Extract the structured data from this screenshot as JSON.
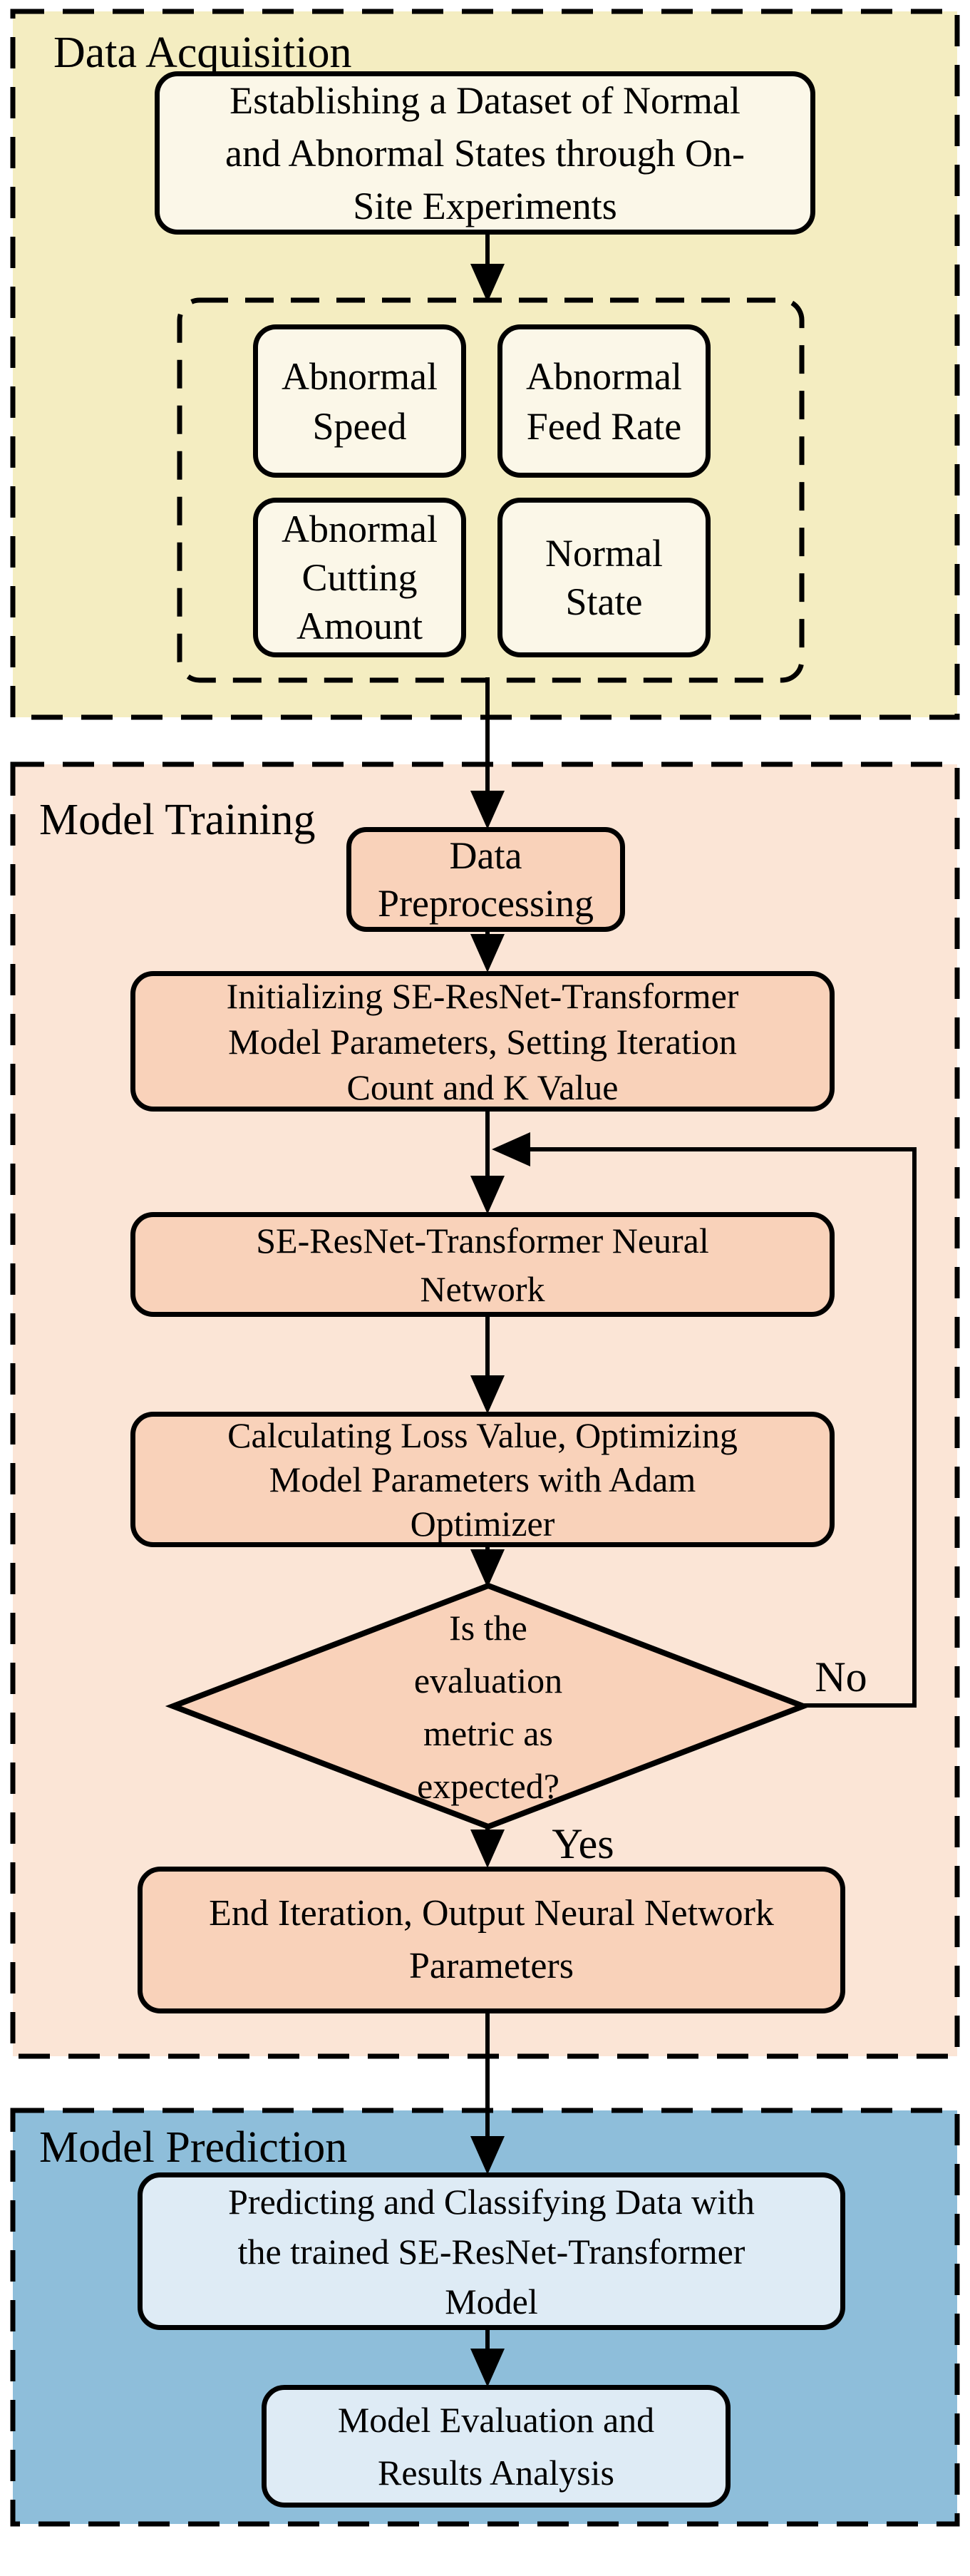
{
  "colors": {
    "page_bg": "#FFFFFF",
    "acquisition_bg": "#F4EDC1",
    "acquisition_box_fill": "#FBF7E8",
    "training_bg": "#FBE5D6",
    "training_box_fill": "#F9D2BA",
    "prediction_bg": "#8EBEDA",
    "prediction_box_fill": "#DEEBF5",
    "line_color": "#000000"
  },
  "acquisition": {
    "title": "Data Acquisition",
    "dataset_box": "Establishing a Dataset of Normal\nand Abnormal States through On-\nSite Experiments",
    "states": [
      "Abnormal\nSpeed",
      "Abnormal\nFeed Rate",
      "Abnormal\nCutting\nAmount",
      "Normal\nState"
    ]
  },
  "training": {
    "title": "Model Training",
    "preprocessing_box": "Data\nPreprocessing",
    "initializing_box": "Initializing SE-ResNet-Transformer\nModel Parameters, Setting Iteration\nCount and K Value",
    "network_box": "SE-ResNet-Transformer Neural\nNetwork",
    "loss_box": "Calculating Loss Value, Optimizing\nModel Parameters with Adam\nOptimizer",
    "decision_diamond": "Is the\nevaluation\nmetric as\nexpected?",
    "no_label": "No",
    "yes_label": "Yes",
    "end_box": "End Iteration, Output Neural Network\nParameters"
  },
  "prediction": {
    "title": "Model Prediction",
    "predicting_box": "Predicting and Classifying Data with\nthe trained SE-ResNet-Transformer\nModel",
    "evaluation_box": "Model Evaluation and\nResults Analysis"
  }
}
